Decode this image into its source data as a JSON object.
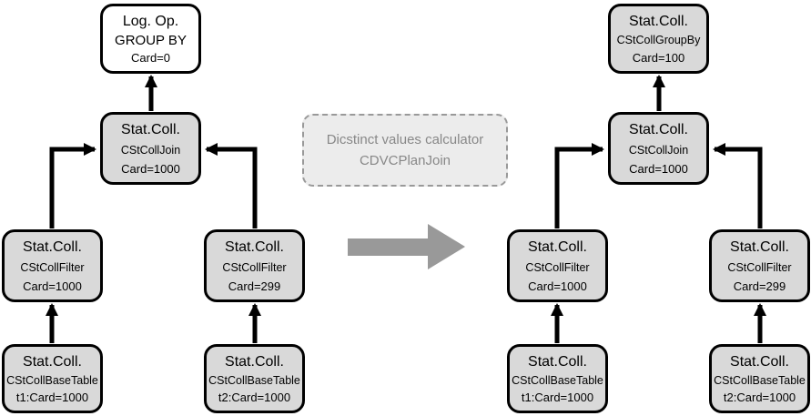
{
  "diagram": {
    "left_tree": {
      "root": {
        "line1": "Log. Op.",
        "line2": "GROUP BY",
        "line3": "Card=0"
      },
      "join": {
        "line1": "Stat.Coll.",
        "line2": "CStCollJoin",
        "line3": "Card=1000"
      },
      "filter_left": {
        "line1": "Stat.Coll.",
        "line2": "CStCollFilter",
        "line3": "Card=1000"
      },
      "filter_right": {
        "line1": "Stat.Coll.",
        "line2": "CStCollFilter",
        "line3": "Card=299"
      },
      "base_left": {
        "line1": "Stat.Coll.",
        "line2": "CStCollBaseTable",
        "line3": "t1:Card=1000"
      },
      "base_right": {
        "line1": "Stat.Coll.",
        "line2": "CStCollBaseTable",
        "line3": "t2:Card=1000"
      }
    },
    "right_tree": {
      "root": {
        "line1": "Stat.Coll.",
        "line2": "CStCollGroupBy",
        "line3": "Card=100"
      },
      "join": {
        "line1": "Stat.Coll.",
        "line2": "CStCollJoin",
        "line3": "Card=1000"
      },
      "filter_left": {
        "line1": "Stat.Coll.",
        "line2": "CStCollFilter",
        "line3": "Card=1000"
      },
      "filter_right": {
        "line1": "Stat.Coll.",
        "line2": "CStCollFilter",
        "line3": "Card=299"
      },
      "base_left": {
        "line1": "Stat.Coll.",
        "line2": "CStCollBaseTable",
        "line3": "t1:Card=1000"
      },
      "base_right": {
        "line1": "Stat.Coll.",
        "line2": "CStCollBaseTable",
        "line3": "t2:Card=1000"
      }
    },
    "annotation": {
      "line1": "Dicstinct values calculator",
      "line2": "CDVCPlanJoin"
    },
    "colors": {
      "node_fill": "#d9d9d9",
      "node_border": "#000000",
      "root_fill": "#ffffff",
      "edge_color": "#000000",
      "annotation_fill": "#ececec",
      "annotation_border": "#999999",
      "annotation_text": "#888888",
      "arrow_color": "#999999"
    }
  }
}
